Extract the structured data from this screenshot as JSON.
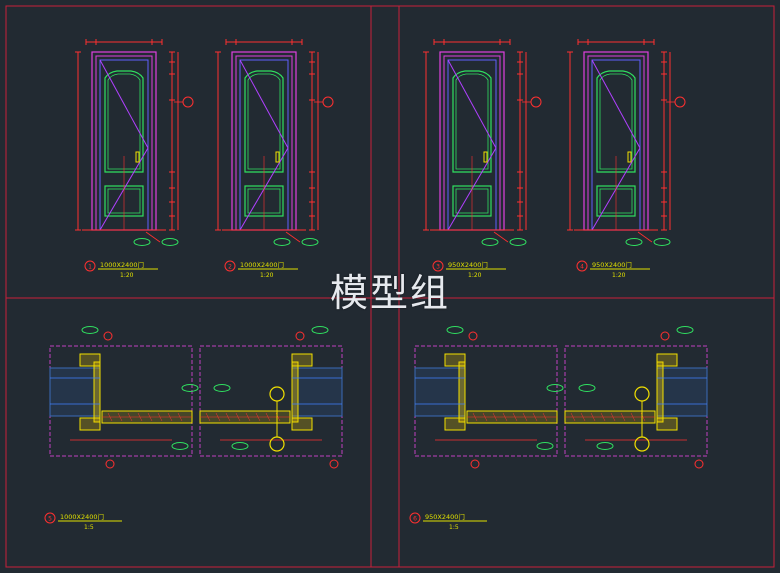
{
  "watermark": "模型组",
  "colors": {
    "background": "#222a32",
    "frame": "#c8203a",
    "door_frame": "#e040e0",
    "door_panel": "#30e060",
    "dim": "#ff3030",
    "swing": "#b040ff",
    "section_box": "#c040c0",
    "hardware": "#f2e000",
    "caption": "#e0e000"
  },
  "elevations": [
    {
      "num": "1",
      "size_label": "1000X2400门",
      "scale": "1:20"
    },
    {
      "num": "2",
      "size_label": "1000X2400门",
      "scale": "1:20"
    },
    {
      "num": "3",
      "size_label": "950X2400门",
      "scale": "1:20"
    },
    {
      "num": "4",
      "size_label": "950X2400门",
      "scale": "1:20"
    }
  ],
  "sections": [
    {
      "num": "5",
      "size_label": "1000X2400门",
      "scale": "1:5"
    },
    {
      "num": "6",
      "size_label": "950X2400门",
      "scale": "1:5"
    }
  ]
}
